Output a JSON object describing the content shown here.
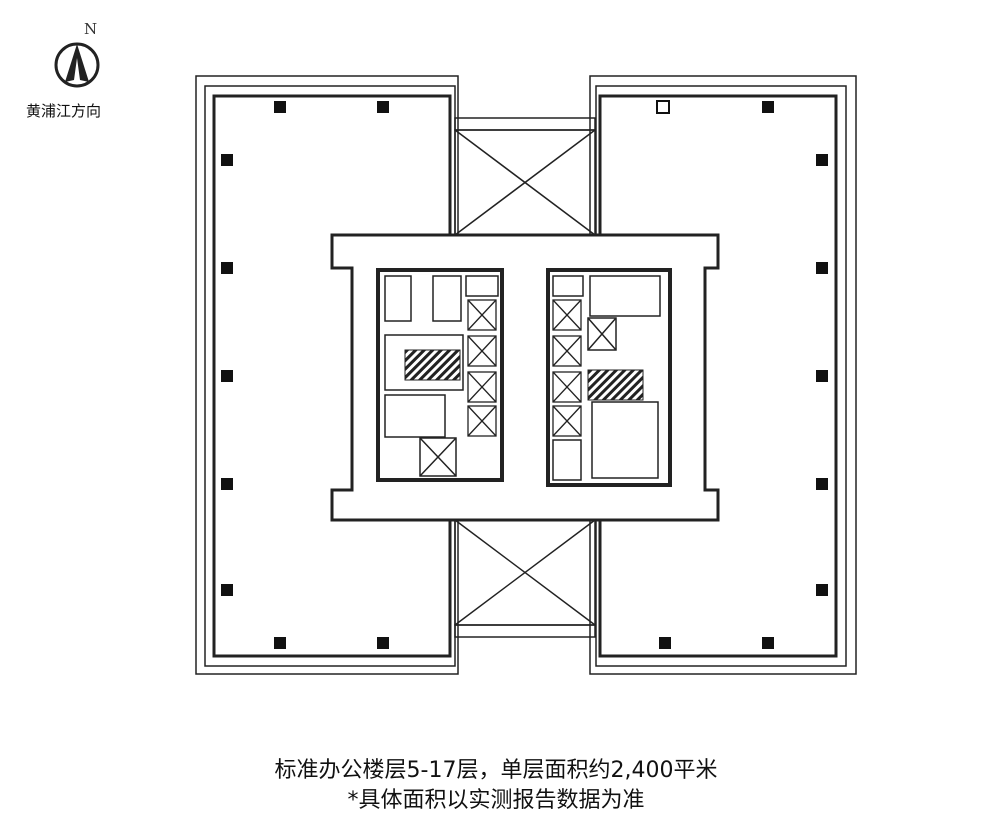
{
  "compass": {
    "north_label": "N",
    "direction_label": "黄浦江方向"
  },
  "caption": {
    "line1": "标准办公楼层5-17层，单层面积约2,400平米",
    "line2": "*具体面积以实测报告数据为准"
  }
}
